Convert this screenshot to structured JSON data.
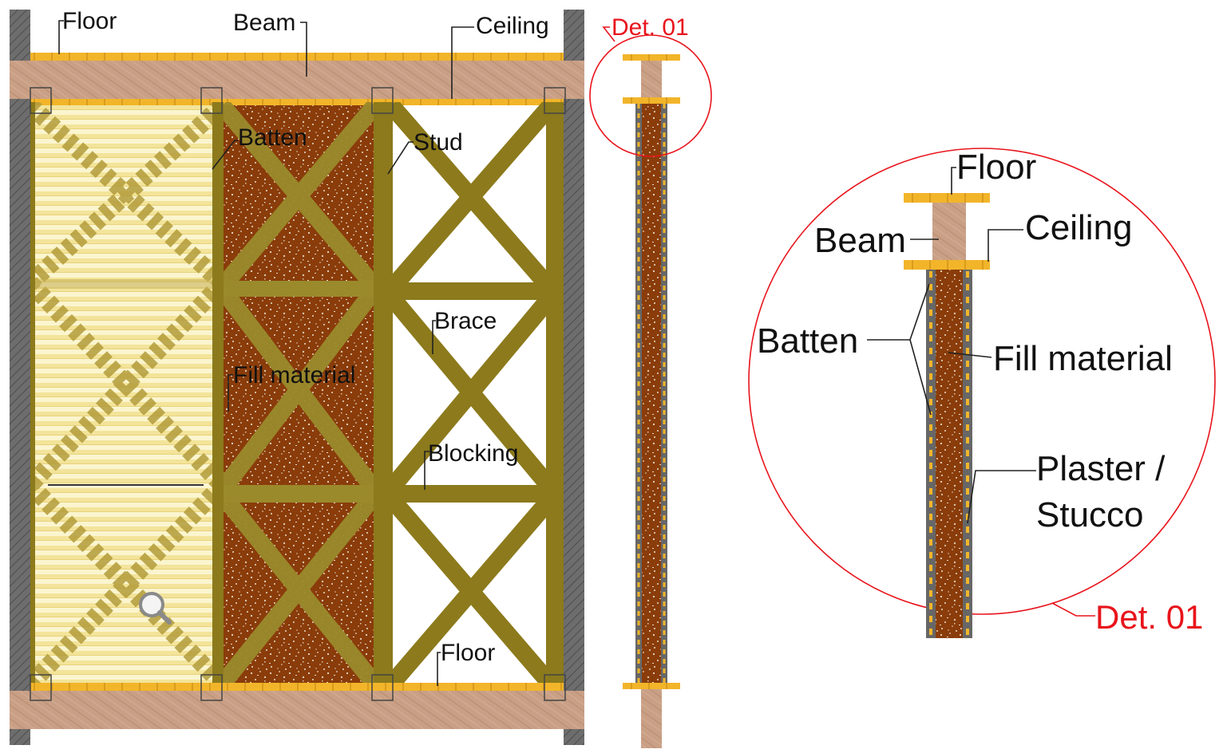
{
  "colors": {
    "timber": "#8c7a1c",
    "beam": "#c79d82",
    "fill_material": "#8a3c0a",
    "plaster": "#676767",
    "batten": "#f2b52a",
    "panel_bg": "#fbf3c4",
    "accent": "#e8141c"
  },
  "elevation": {
    "labels": {
      "floor_top": "Floor",
      "beam": "Beam",
      "ceiling": "Ceiling",
      "batten": "Batten",
      "stud": "Stud",
      "brace": "Brace",
      "fill_material": "Fill material",
      "blocking": "Blocking",
      "floor_bottom": "Floor"
    },
    "magnifier_icon": "magnifier-icon"
  },
  "section": {
    "detail_marker": "Det. 01"
  },
  "detail": {
    "labels": {
      "floor": "Floor",
      "beam": "Beam",
      "ceiling": "Ceiling",
      "batten": "Batten",
      "fill_material": "Fill material",
      "plaster_line1": "Plaster /",
      "plaster_line2": "Stucco"
    },
    "marker": "Det. 01"
  }
}
